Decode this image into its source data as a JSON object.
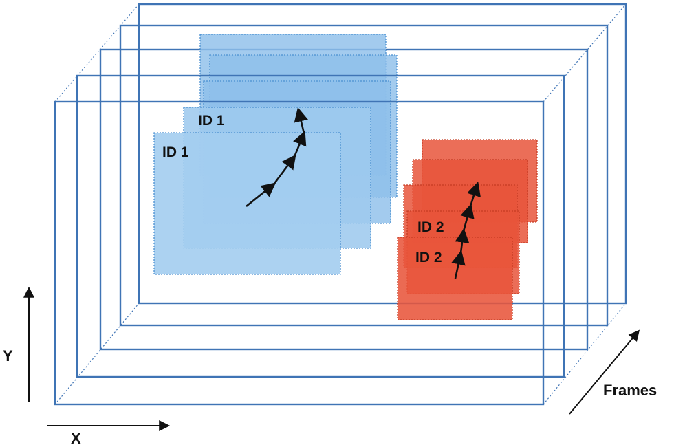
{
  "colors": {
    "frame_border": "#3f74b5",
    "id1_box": "#8fc0ea",
    "id1_box_edge": "#4a8fd0",
    "id2_box": "#e8553b",
    "id2_box_edge": "#c43a22",
    "arrow": "#111111",
    "text": "#111111"
  },
  "frames": {
    "count": 5
  },
  "objects": [
    {
      "id_label": "ID 1",
      "color_key": "id1",
      "track_boxes": 5,
      "labeled_boxes": [
        "ID 1",
        "ID 1"
      ]
    },
    {
      "id_label": "ID 2",
      "color_key": "id2",
      "track_boxes": 5,
      "labeled_boxes": [
        "ID 2",
        "ID 2"
      ]
    }
  ],
  "axes": {
    "x_label": "X",
    "y_label": "Y",
    "depth_label": "Frames"
  }
}
